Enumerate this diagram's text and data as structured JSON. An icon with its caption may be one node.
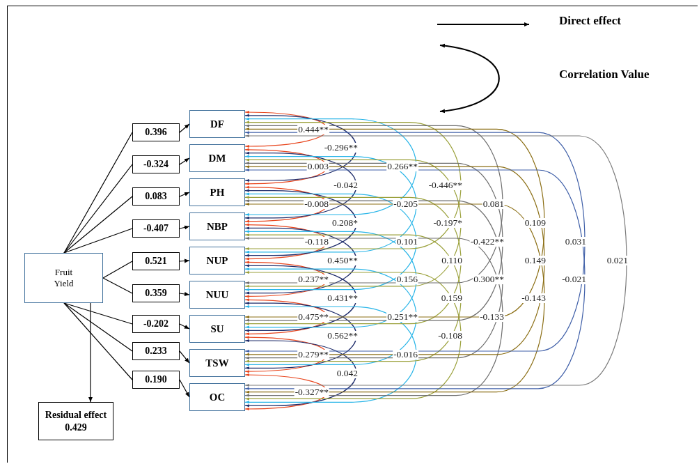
{
  "diagram": {
    "nodes": [
      {
        "text": [
          "Fruit Yield"
        ]
      },
      {
        "text": [
          "Residual effect",
          "0.429"
        ]
      },
      {
        "text": [
          "DF"
        ]
      },
      {
        "text": [
          "DM"
        ]
      },
      {
        "text": [
          "PH"
        ]
      },
      {
        "text": [
          "NBP"
        ]
      },
      {
        "text": [
          "NUP"
        ]
      },
      {
        "text": [
          "NUU"
        ]
      },
      {
        "text": [
          "SU"
        ]
      },
      {
        "text": [
          "TSW"
        ]
      },
      {
        "text": [
          "OC"
        ]
      },
      {
        "text": [
          "0.396"
        ]
      },
      {
        "text": [
          "-0.324"
        ]
      },
      {
        "text": [
          "0.083"
        ]
      },
      {
        "text": [
          "-0.407"
        ]
      },
      {
        "text": [
          "0.521"
        ]
      },
      {
        "text": [
          "0.359"
        ]
      },
      {
        "text": [
          "-0.202"
        ]
      },
      {
        "text": [
          "0.233"
        ]
      },
      {
        "text": [
          "0.190"
        ]
      }
    ],
    "edges": [
      {
        "from": 0,
        "to": 1,
        "arrow": "to"
      },
      {
        "from": 0,
        "to": 11,
        "arrow": "none"
      },
      {
        "from": 0,
        "to": 12,
        "arrow": "none"
      },
      {
        "from": 0,
        "to": 13,
        "arrow": "none"
      },
      {
        "from": 0,
        "to": 14,
        "arrow": "none"
      },
      {
        "from": 0,
        "to": 15,
        "arrow": "none"
      },
      {
        "from": 0,
        "to": 16,
        "arrow": "none"
      },
      {
        "from": 0,
        "to": 17,
        "arrow": "none"
      },
      {
        "from": 0,
        "to": 18,
        "arrow": "none"
      },
      {
        "from": 0,
        "to": 19,
        "arrow": "none"
      },
      {
        "from": 11,
        "to": 2,
        "arrow": "to"
      },
      {
        "from": 12,
        "to": 3,
        "arrow": "to"
      },
      {
        "from": 13,
        "to": 4,
        "arrow": "to"
      },
      {
        "from": 14,
        "to": 5,
        "arrow": "to"
      },
      {
        "from": 15,
        "to": 6,
        "arrow": "to"
      },
      {
        "from": 16,
        "to": 7,
        "arrow": "to"
      },
      {
        "from": 17,
        "to": 8,
        "arrow": "to"
      },
      {
        "from": 18,
        "to": 9,
        "arrow": "to"
      },
      {
        "from": 19,
        "to": 10,
        "arrow": "to"
      },
      {
        "from": 2,
        "to": 3,
        "arrow": "both",
        "label": "0.444**",
        "color": "#e8461e"
      },
      {
        "from": 3,
        "to": 4,
        "arrow": "both",
        "label": "0.003",
        "color": "#e8461e"
      },
      {
        "from": 4,
        "to": 5,
        "arrow": "both",
        "label": "-0.008",
        "color": "#e8461e"
      },
      {
        "from": 5,
        "to": 6,
        "arrow": "both",
        "label": "-0.118",
        "color": "#e8461e"
      },
      {
        "from": 6,
        "to": 7,
        "arrow": "both",
        "label": "0.237**",
        "color": "#e8461e"
      },
      {
        "from": 7,
        "to": 8,
        "arrow": "both",
        "label": "0.475**",
        "color": "#e8461e"
      },
      {
        "from": 8,
        "to": 9,
        "arrow": "both",
        "label": "0.279**",
        "color": "#e8461e"
      },
      {
        "from": 9,
        "to": 10,
        "arrow": "both",
        "label": "-0.327**",
        "color": "#e8461e"
      },
      {
        "from": 2,
        "to": 4,
        "arrow": "both",
        "label": "-0.296**",
        "color": "#1f2d6b"
      },
      {
        "from": 3,
        "to": 5,
        "arrow": "both",
        "label": "-0.042",
        "color": "#1f2d6b"
      },
      {
        "from": 4,
        "to": 6,
        "arrow": "both",
        "label": "0.208*",
        "color": "#1f2d6b"
      },
      {
        "from": 5,
        "to": 7,
        "arrow": "both",
        "label": "0.450**",
        "color": "#1f2d6b"
      },
      {
        "from": 6,
        "to": 8,
        "arrow": "both",
        "label": "0.431**",
        "color": "#1f2d6b"
      },
      {
        "from": 7,
        "to": 9,
        "arrow": "both",
        "label": "0.562**",
        "color": "#1f2d6b"
      },
      {
        "from": 8,
        "to": 10,
        "arrow": "both",
        "label": "0.042",
        "color": "#1f2d6b"
      },
      {
        "from": 2,
        "to": 5,
        "arrow": "both",
        "label": "0.266**",
        "color": "#29b5e8"
      },
      {
        "from": 3,
        "to": 6,
        "arrow": "both",
        "label": "-0.205",
        "color": "#29b5e8"
      },
      {
        "from": 4,
        "to": 7,
        "arrow": "both",
        "label": "0.101",
        "color": "#29b5e8"
      },
      {
        "from": 5,
        "to": 8,
        "arrow": "both",
        "label": "0.156",
        "color": "#29b5e8"
      },
      {
        "from": 6,
        "to": 9,
        "arrow": "both",
        "label": "0.251**",
        "color": "#29b5e8"
      },
      {
        "from": 7,
        "to": 10,
        "arrow": "both",
        "label": "-0.016",
        "color": "#29b5e8"
      },
      {
        "from": 2,
        "to": 6,
        "arrow": "both",
        "label": "-0.446**",
        "color": "#9aa03a"
      },
      {
        "from": 3,
        "to": 7,
        "arrow": "both",
        "label": "-0.197*",
        "color": "#9aa03a"
      },
      {
        "from": 4,
        "to": 8,
        "arrow": "both",
        "label": "0.110",
        "color": "#9aa03a"
      },
      {
        "from": 5,
        "to": 9,
        "arrow": "both",
        "label": "0.159",
        "color": "#9aa03a"
      },
      {
        "from": 6,
        "to": 10,
        "arrow": "both",
        "label": "-0.108",
        "color": "#9aa03a"
      },
      {
        "from": 2,
        "to": 7,
        "arrow": "both",
        "label": "0.081",
        "color": "#6e6e6e"
      },
      {
        "from": 3,
        "to": 8,
        "arrow": "both",
        "label": "-0.422**",
        "color": "#6e6e6e"
      },
      {
        "from": 4,
        "to": 9,
        "arrow": "both",
        "label": "0.300**",
        "color": "#6e6e6e"
      },
      {
        "from": 5,
        "to": 10,
        "arrow": "both",
        "label": "-0.133",
        "color": "#6e6e6e"
      },
      {
        "from": 2,
        "to": 8,
        "arrow": "both",
        "label": "0.109",
        "color": "#8b6e14"
      },
      {
        "from": 3,
        "to": 9,
        "arrow": "both",
        "label": "0.149",
        "color": "#8b6e14"
      },
      {
        "from": 4,
        "to": 10,
        "arrow": "both",
        "label": "-0.143",
        "color": "#8b6e14"
      },
      {
        "from": 2,
        "to": 9,
        "arrow": "both",
        "label": "0.031",
        "color": "#3f5fa8"
      },
      {
        "from": 3,
        "to": 10,
        "arrow": "both",
        "label": "-0.021",
        "color": "#3f5fa8"
      },
      {
        "from": 2,
        "to": 10,
        "arrow": "both",
        "label": "0.021",
        "color": "#7a7a7a"
      }
    ],
    "legend": [
      {
        "text": "Direct effect"
      },
      {
        "text": "Correlation Value"
      }
    ]
  }
}
